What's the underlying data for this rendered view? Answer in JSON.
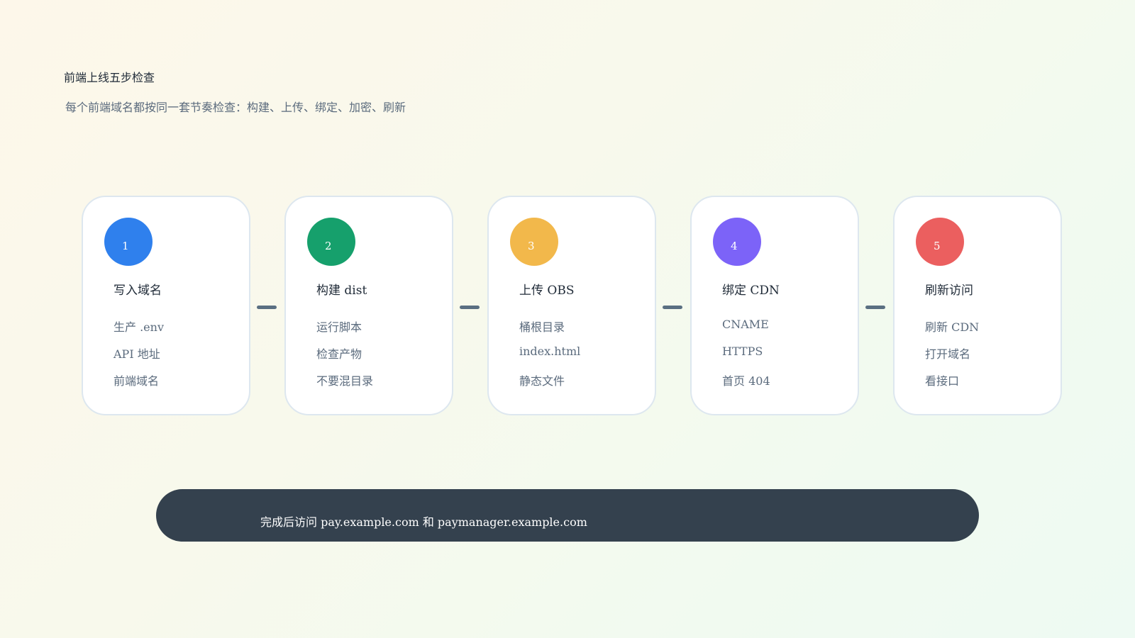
{
  "header": {
    "title": "前端上线五步检查",
    "subtitle": "每个前端域名都按同一套节奏检查：构建、上传、绑定、加密、刷新"
  },
  "steps": [
    {
      "number": "1",
      "title": "写入域名",
      "color": "#2f80ed",
      "items": [
        "生产 .env",
        "API 地址",
        "前端域名"
      ]
    },
    {
      "number": "2",
      "title": "构建 dist",
      "color": "#16a06c",
      "items": [
        "运行脚本",
        "检查产物",
        "不要混目录"
      ]
    },
    {
      "number": "3",
      "title": "上传 OBS",
      "color": "#f2b84b",
      "items": [
        "桶根目录",
        "index.html",
        "静态文件"
      ]
    },
    {
      "number": "4",
      "title": "绑定 CDN",
      "color": "#7c63f8",
      "items": [
        "CNAME",
        "HTTPS",
        "首页 404"
      ]
    },
    {
      "number": "5",
      "title": "刷新访问",
      "color": "#eb5f5f",
      "items": [
        "刷新 CDN",
        "打开域名",
        "看接口"
      ]
    }
  ],
  "footer": {
    "text": "完成后访问 pay.example.com 和 paymanager.example.com"
  },
  "colors": {
    "connector": "#5a6f82",
    "footer_bg": "#34414e"
  }
}
